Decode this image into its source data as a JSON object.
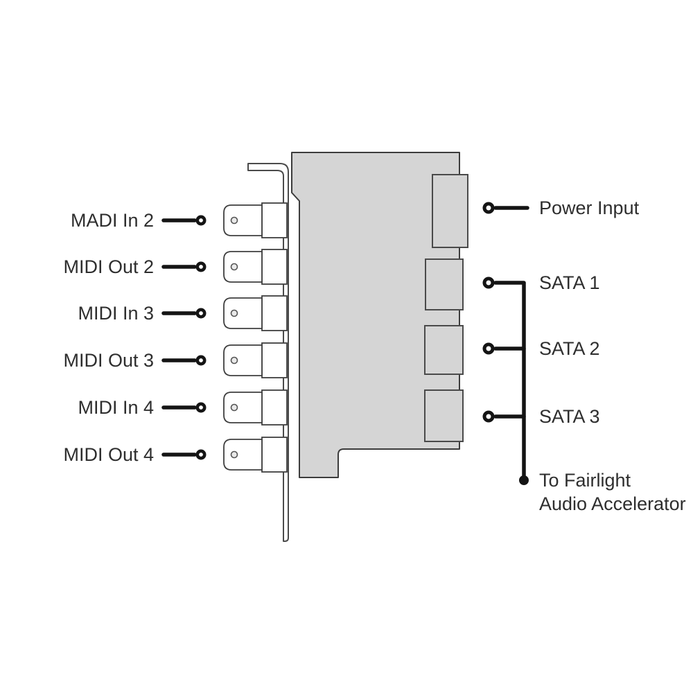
{
  "diagram": {
    "kind": "hardware-connection-diagram",
    "card": "PCIe card rear view with mounting bracket"
  },
  "left_ports": [
    {
      "label": "MADI In 2"
    },
    {
      "label": "MIDI Out 2"
    },
    {
      "label": "MIDI In 3"
    },
    {
      "label": "MIDI Out 3"
    },
    {
      "label": "MIDI In 4"
    },
    {
      "label": "MIDI Out 4"
    }
  ],
  "right_ports": [
    {
      "label": "Power Input"
    },
    {
      "label": "SATA 1"
    },
    {
      "label": "SATA 2"
    },
    {
      "label": "SATA 3"
    }
  ],
  "annotation": {
    "line1": "To Fairlight",
    "line2": "Audio Accelerator"
  },
  "colors": {
    "background": "#ffffff",
    "card_fill": "#d5d5d5",
    "card_outline": "#3c3c3c",
    "connector_fill": "#ffffff",
    "callout_line": "#141414",
    "text": "#2e2e2e"
  }
}
